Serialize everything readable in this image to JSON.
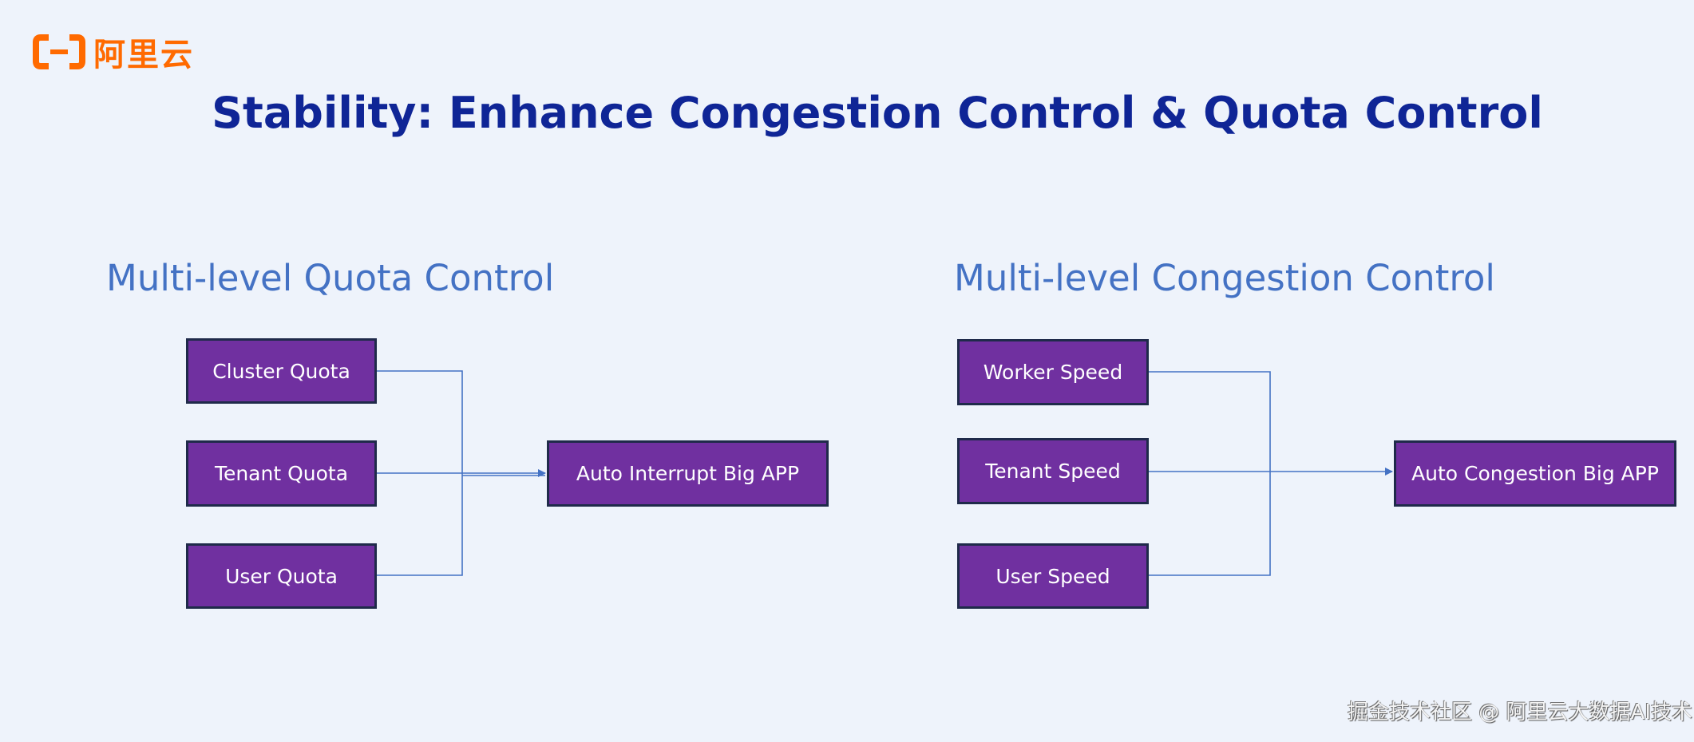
{
  "logo": {
    "text": "阿里云",
    "color": "#ff6a00"
  },
  "title": "Stability: Enhance Congestion Control & Quota Control",
  "quota": {
    "heading": "Multi-level Quota Control",
    "sources": [
      "Cluster Quota",
      "Tenant Quota",
      "User Quota"
    ],
    "target": "Auto Interrupt Big APP"
  },
  "congestion": {
    "heading": "Multi-level Congestion Control",
    "sources": [
      "Worker Speed",
      "Tenant Speed",
      "User Speed"
    ],
    "target": "Auto Congestion Big APP"
  },
  "colors": {
    "box_fill": "#7030a0",
    "connector": "#4472c4",
    "title": "#0f2596"
  },
  "watermark": "掘金技术社区 @ 阿里云大数据AI技术"
}
